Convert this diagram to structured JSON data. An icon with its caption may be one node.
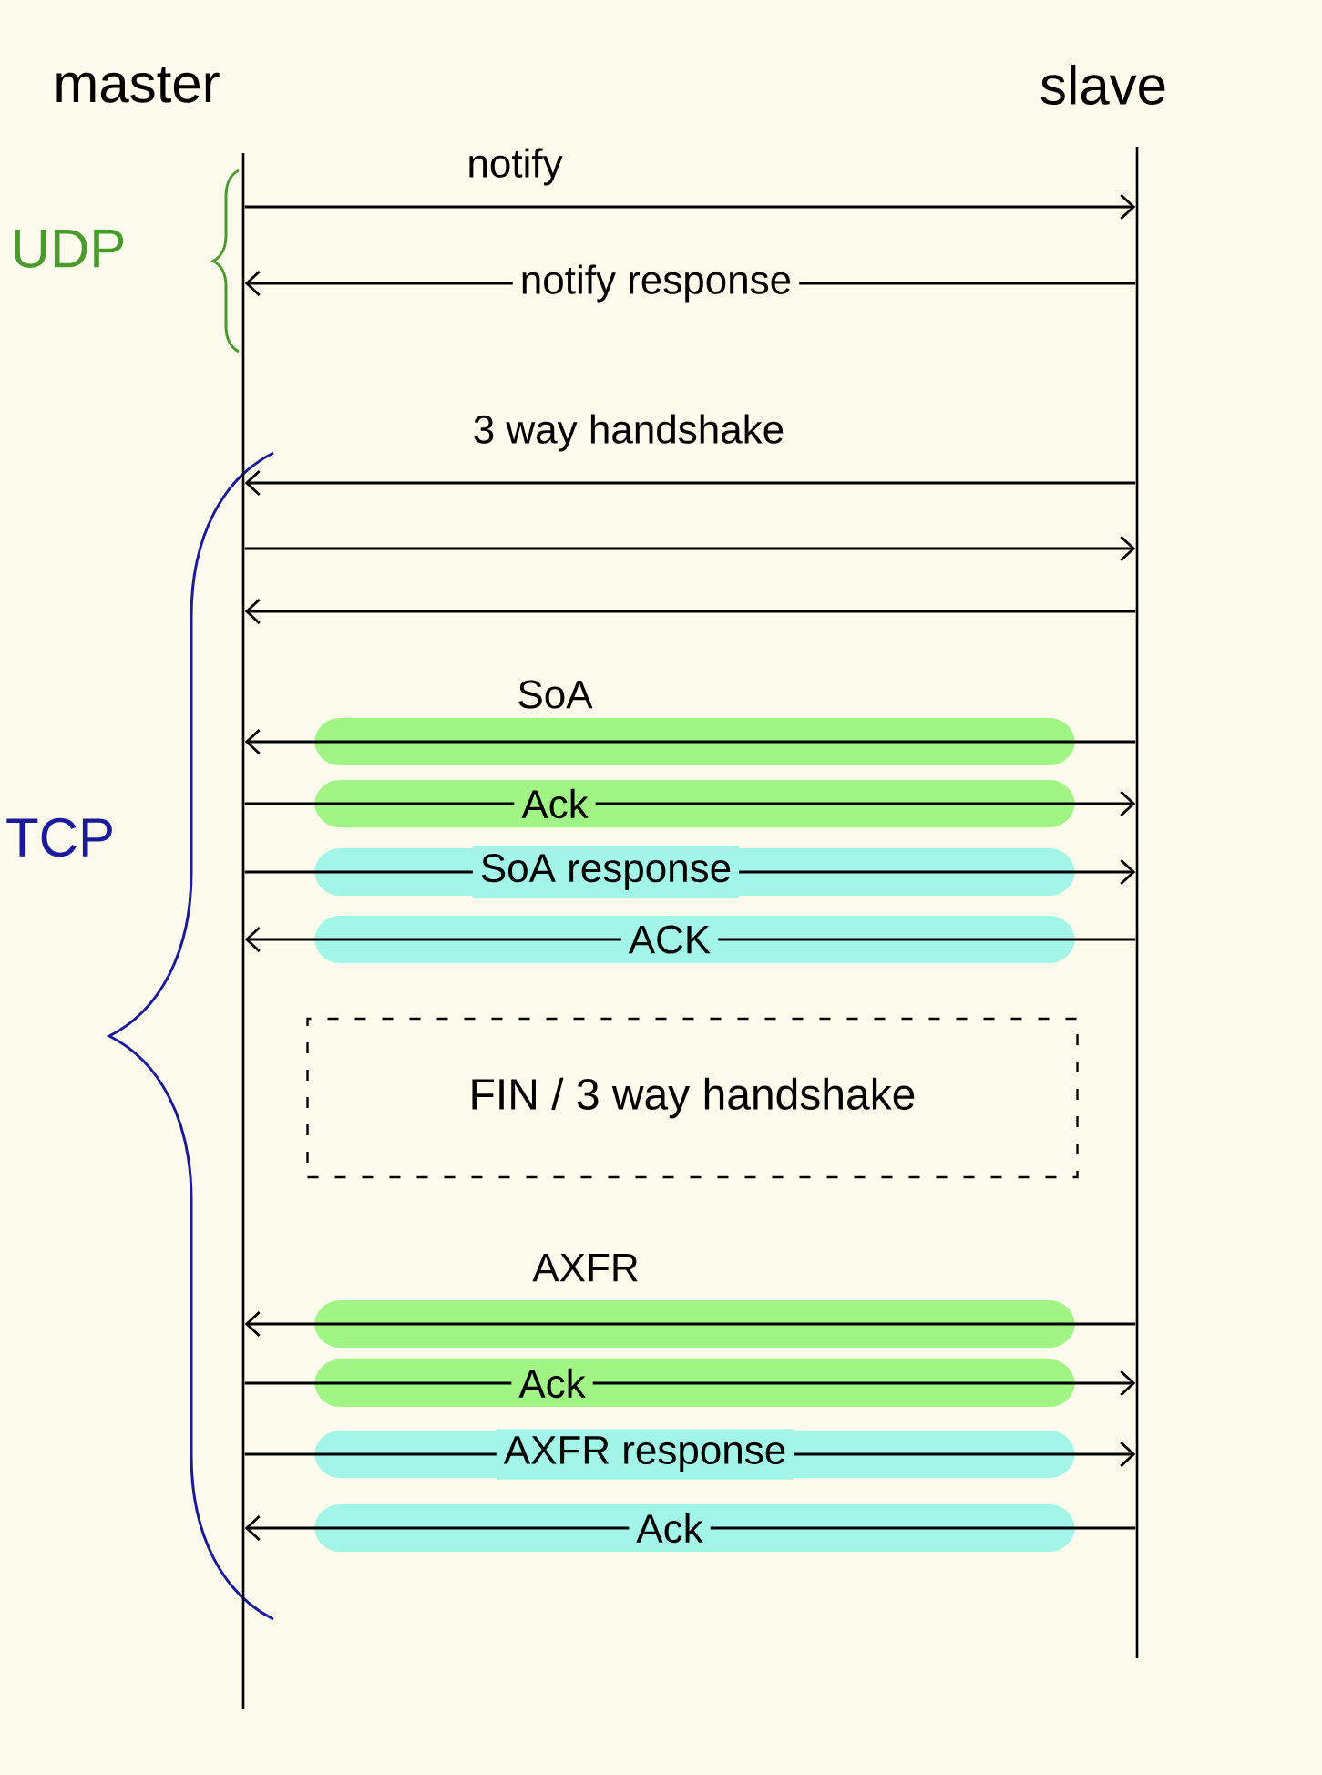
{
  "diagram": {
    "nodes": [
      {
        "text": [
          "master"
        ]
      },
      {
        "text": [
          "slave"
        ]
      },
      {
        "text": [
          "FIN / 3 way handshake"
        ]
      }
    ],
    "edges": [
      {
        "from": 0,
        "to": 1,
        "arrow": "to",
        "label": "notify"
      },
      {
        "from": 1,
        "to": 0,
        "arrow": "to",
        "label": "notify response"
      },
      {
        "from": 1,
        "to": 0,
        "arrow": "to",
        "label": "3 way handshake"
      },
      {
        "from": 0,
        "to": 1,
        "arrow": "to"
      },
      {
        "from": 1,
        "to": 0,
        "arrow": "to"
      },
      {
        "from": 1,
        "to": 0,
        "arrow": "to",
        "label": "SoA"
      },
      {
        "from": 0,
        "to": 1,
        "arrow": "to",
        "label": "Ack"
      },
      {
        "from": 0,
        "to": 1,
        "arrow": "to",
        "label": "SoA response"
      },
      {
        "from": 1,
        "to": 0,
        "arrow": "to",
        "label": "ACK"
      },
      {
        "from": 1,
        "to": 0,
        "arrow": "to",
        "label": "AXFR"
      },
      {
        "from": 0,
        "to": 1,
        "arrow": "to",
        "label": "Ack"
      },
      {
        "from": 0,
        "to": 1,
        "arrow": "to",
        "label": "AXFR response"
      },
      {
        "from": 1,
        "to": 0,
        "arrow": "to",
        "label": "Ack"
      }
    ],
    "labels": [
      "UDP",
      "TCP"
    ]
  }
}
